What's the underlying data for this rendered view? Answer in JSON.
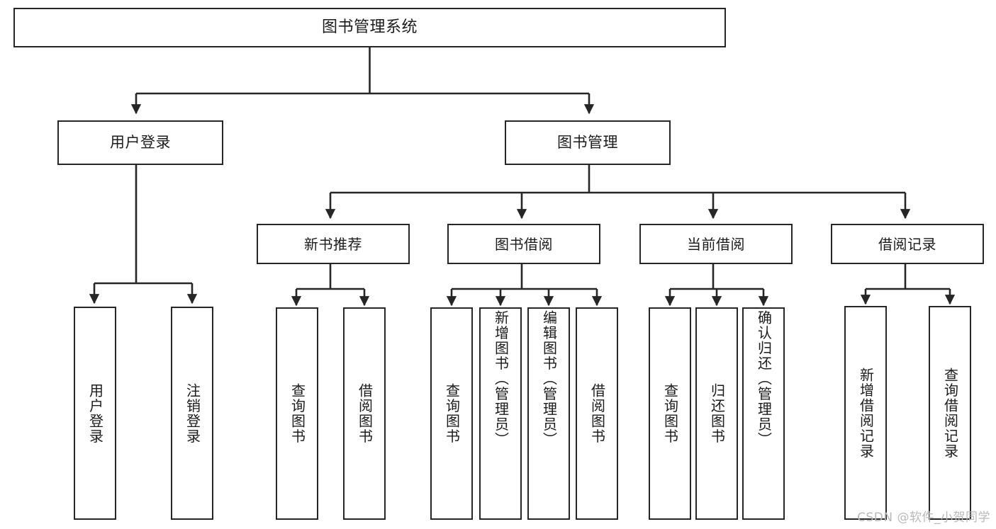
{
  "diagram": {
    "type": "tree-hierarchy",
    "title": "图书管理系统",
    "root": {
      "label": "图书管理系统"
    },
    "level1": [
      {
        "label": "用户登录"
      },
      {
        "label": "图书管理"
      }
    ],
    "level2": [
      {
        "label": "新书推荐"
      },
      {
        "label": "图书借阅"
      },
      {
        "label": "当前借阅"
      },
      {
        "label": "借阅记录"
      }
    ],
    "leaves": {
      "user_login": [
        {
          "label": "用户登录"
        },
        {
          "label": "注销登录"
        }
      ],
      "new_book_recommend": [
        {
          "label": "查询图书"
        },
        {
          "label": "借阅图书"
        }
      ],
      "book_borrow": [
        {
          "label": "查询图书"
        },
        {
          "label": "新增图书（管理员）"
        },
        {
          "label": "编辑图书（管理员）"
        },
        {
          "label": "借阅图书"
        }
      ],
      "current_borrow": [
        {
          "label": "查询图书"
        },
        {
          "label": "归还图书"
        },
        {
          "label": "确认归还（管理员）"
        }
      ],
      "borrow_record": [
        {
          "label": "新增借阅记录"
        },
        {
          "label": "查询借阅记录"
        }
      ]
    }
  },
  "watermark": {
    "text": "CSDN @软件_小贺同学"
  },
  "colors": {
    "stroke": "#262626",
    "text": "#1b1b1b",
    "background": "#ffffff",
    "watermark": "#b9b9b9"
  }
}
